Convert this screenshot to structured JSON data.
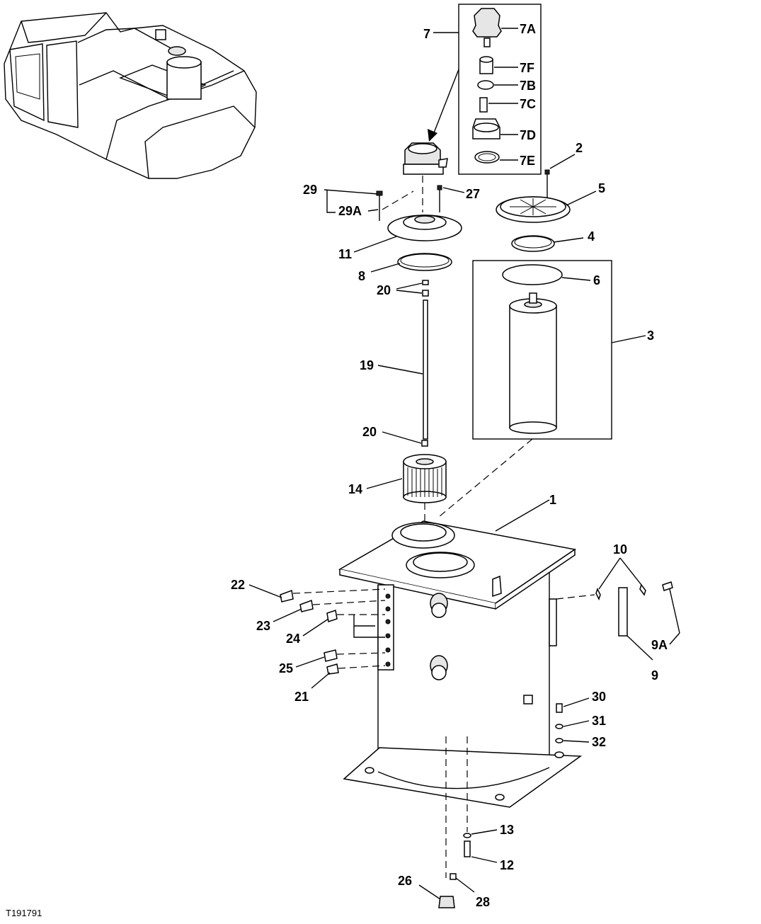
{
  "figure_id": "T191791",
  "callouts": [
    "7",
    "7A",
    "7F",
    "7B",
    "7C",
    "7D",
    "7E",
    "2",
    "5",
    "4",
    "6",
    "3",
    "29",
    "29A",
    "27",
    "11",
    "8",
    "20",
    "20",
    "19",
    "14",
    "1",
    "10",
    "22",
    "23",
    "24",
    "25",
    "21",
    "9A",
    "9",
    "30",
    "31",
    "32",
    "13",
    "12",
    "26",
    "28"
  ],
  "colors": {
    "line": "#000000",
    "background": "#ffffff",
    "shade": "#e6e6e6"
  }
}
